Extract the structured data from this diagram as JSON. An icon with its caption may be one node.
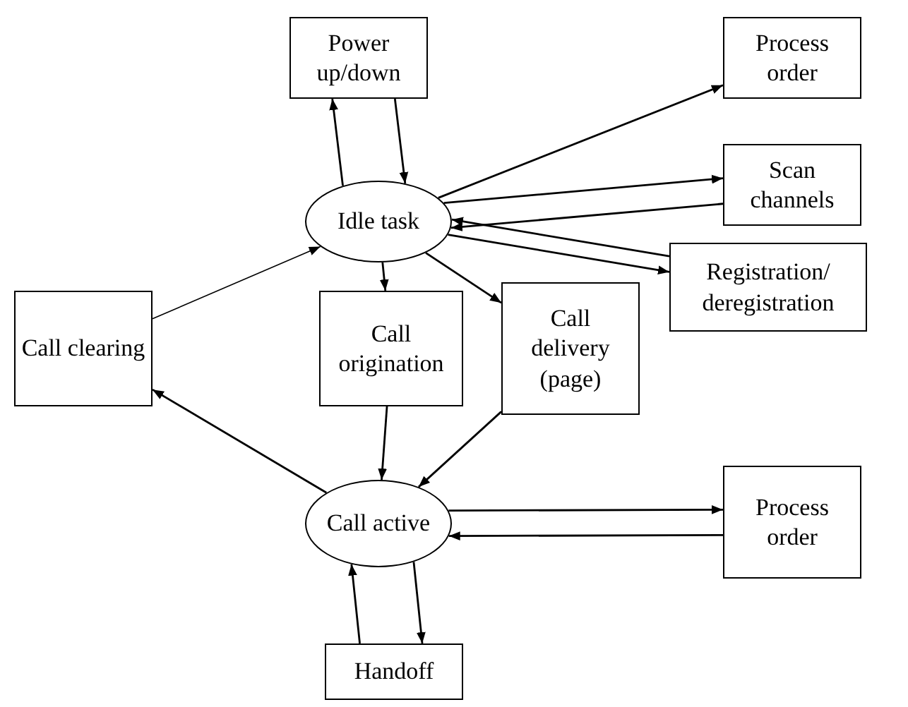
{
  "diagram": {
    "nodes": [
      {
        "text": [
          "Power up/down"
        ]
      },
      {
        "text": [
          "Process order"
        ]
      },
      {
        "text": [
          "Idle task"
        ]
      },
      {
        "text": [
          "Scan channels"
        ]
      },
      {
        "text": [
          "Call clearing"
        ]
      },
      {
        "text": [
          "Call origination"
        ]
      },
      {
        "text": [
          "Call delivery (page)"
        ]
      },
      {
        "text": [
          "Registration/ deregistration"
        ]
      },
      {
        "text": [
          "Call active"
        ]
      },
      {
        "text": [
          "Process order"
        ]
      },
      {
        "text": [
          "Handoff"
        ]
      }
    ],
    "edges": [
      {
        "from": 0,
        "to": 2,
        "arrow": "to"
      },
      {
        "from": 2,
        "to": 0,
        "arrow": "to"
      },
      {
        "from": 2,
        "to": 1,
        "arrow": "to"
      },
      {
        "from": 2,
        "to": 3,
        "arrow": "to"
      },
      {
        "from": 3,
        "to": 2,
        "arrow": "to"
      },
      {
        "from": 2,
        "to": 7,
        "arrow": "to"
      },
      {
        "from": 7,
        "to": 2,
        "arrow": "to"
      },
      {
        "from": 2,
        "to": 6,
        "arrow": "to"
      },
      {
        "from": 2,
        "to": 5,
        "arrow": "to"
      },
      {
        "from": 4,
        "to": 2,
        "arrow": "to"
      },
      {
        "from": 5,
        "to": 8,
        "arrow": "to"
      },
      {
        "from": 6,
        "to": 8,
        "arrow": "to"
      },
      {
        "from": 8,
        "to": 4,
        "arrow": "to"
      },
      {
        "from": 8,
        "to": 9,
        "arrow": "to"
      },
      {
        "from": 9,
        "to": 8,
        "arrow": "to"
      },
      {
        "from": 8,
        "to": 10,
        "arrow": "to"
      },
      {
        "from": 10,
        "to": 8,
        "arrow": "to"
      }
    ]
  }
}
